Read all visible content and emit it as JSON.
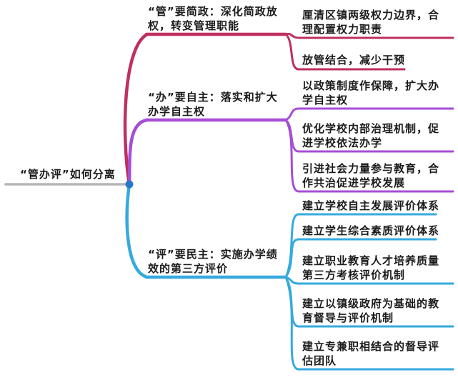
{
  "root": {
    "label": "“管办评”如何分离",
    "line_color": "#b5b5b5",
    "dot_color": "#2878c8"
  },
  "branches": [
    {
      "label": "“管”要简政：深化简政放\n权，转变管理职能",
      "color": "#bf2f5f",
      "children": [
        "厘清区镇两级权力边界，合\n理配置权力职责",
        "放管结合，减少干预"
      ]
    },
    {
      "label": "“办”要自主：落实和扩大\n办学自主权",
      "color": "#a64dd6",
      "children": [
        "以政策制度作保障，扩大办\n学自主权",
        "优化学校内部治理机制，促\n进学校依法办学",
        "引进社会力量参与教育，合\n作共治促进学校发展"
      ]
    },
    {
      "label": "“评”要民主：实施办学绩\n效的第三方评价",
      "color": "#35aade",
      "children": [
        "建立学校自主发展评价体系",
        "建立学生综合素质评价体系",
        "建立职业教育人才培养质量\n第三方考核评价机制",
        "建立以镇级政府为基础的教\n育督导与评价机制",
        "建立专兼职相结合的督导评\n估团队"
      ]
    }
  ]
}
